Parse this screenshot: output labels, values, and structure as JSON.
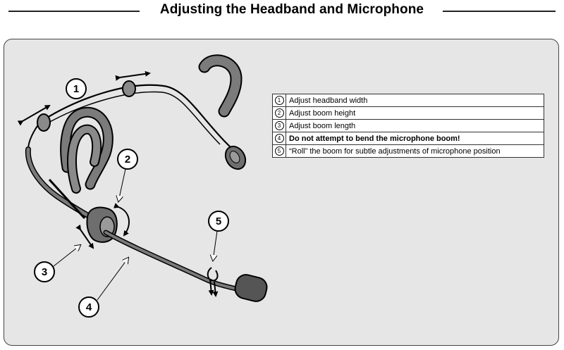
{
  "title": "Adjusting the Headband and Microphone",
  "callouts": [
    "1",
    "2",
    "3",
    "4",
    "5"
  ],
  "legend": [
    {
      "num": "1",
      "text": "Adjust headband width"
    },
    {
      "num": "2",
      "text": "Adjust boom height"
    },
    {
      "num": "3",
      "text": "Adjust boom length"
    },
    {
      "num": "4",
      "text": "Do not attempt to bend the microphone boom!"
    },
    {
      "num": "5",
      "text": "“Roll” the boom for subtle adjustments of microphone position"
    }
  ]
}
